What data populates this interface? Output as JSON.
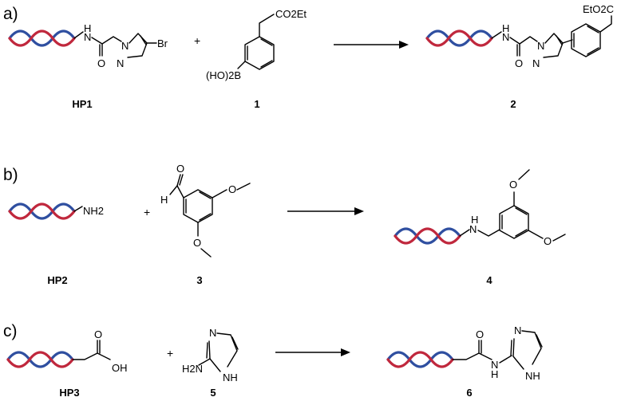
{
  "colors": {
    "dna_strand_a": "#c0283d",
    "dna_strand_b": "#2f4fa0"
  },
  "panels": {
    "a": {
      "label": "a)",
      "plus": "+",
      "reactant1_label": "HP1",
      "reactant2_label": "1",
      "product_label": "2",
      "atoms": {
        "nh": "H",
        "n": "N",
        "o": "O",
        "n1": "N",
        "n2": "N",
        "br": "Br",
        "co2et": "CO2Et",
        "boronic": "(HO)2B",
        "eto2c": "EtO2C",
        "p_nh": "H",
        "p_n": "N",
        "p_o": "O",
        "p_n1": "N",
        "p_n2": "N"
      }
    },
    "b": {
      "label": "b)",
      "plus": "+",
      "reactant1_label": "HP2",
      "reactant2_label": "3",
      "product_label": "4",
      "atoms": {
        "nh2": "NH2",
        "h": "H",
        "o_ald": "O",
        "o_top": "O",
        "o_bot": "O",
        "p_nh": "H",
        "p_n": "N",
        "p_o_top": "O",
        "p_o_bot": "O"
      }
    },
    "c": {
      "label": "c)",
      "plus": "+",
      "reactant1_label": "HP3",
      "reactant2_label": "5",
      "product_label": "6",
      "atoms": {
        "o": "O",
        "oh": "OH",
        "h2n": "H2N",
        "n": "N",
        "nh": "NH",
        "p_o": "O",
        "p_n": "N",
        "p_nh_ring": "NH",
        "p_nh_amide": "N",
        "p_h_amide": "H"
      }
    }
  }
}
